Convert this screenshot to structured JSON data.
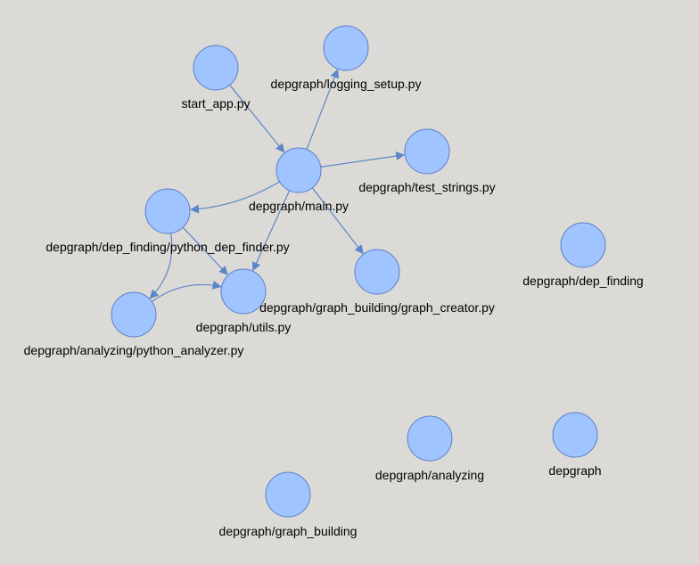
{
  "graph": {
    "nodes": [
      {
        "id": "start_app",
        "label": "start_app.py"
      },
      {
        "id": "logging_setup",
        "label": "depgraph/logging_setup.py"
      },
      {
        "id": "main",
        "label": "depgraph/main.py"
      },
      {
        "id": "test_strings",
        "label": "depgraph/test_strings.py"
      },
      {
        "id": "python_dep_finder",
        "label": "depgraph/dep_finding/python_dep_finder.py"
      },
      {
        "id": "utils",
        "label": "depgraph/utils.py"
      },
      {
        "id": "graph_creator",
        "label": "depgraph/graph_building/graph_creator.py"
      },
      {
        "id": "python_analyzer",
        "label": "depgraph/analyzing/python_analyzer.py"
      },
      {
        "id": "dep_finding",
        "label": "depgraph/dep_finding"
      },
      {
        "id": "analyzing",
        "label": "depgraph/analyzing"
      },
      {
        "id": "depgraph",
        "label": "depgraph"
      },
      {
        "id": "graph_building",
        "label": "depgraph/graph_building"
      }
    ],
    "edges": [
      {
        "from": "start_app",
        "to": "main"
      },
      {
        "from": "main",
        "to": "logging_setup"
      },
      {
        "from": "main",
        "to": "test_strings"
      },
      {
        "from": "main",
        "to": "python_dep_finder"
      },
      {
        "from": "main",
        "to": "utils"
      },
      {
        "from": "main",
        "to": "graph_creator"
      },
      {
        "from": "python_dep_finder",
        "to": "utils"
      },
      {
        "from": "python_dep_finder",
        "to": "python_analyzer"
      },
      {
        "from": "python_analyzer",
        "to": "utils"
      }
    ]
  },
  "colors": {
    "background": "#dcdad6",
    "node_fill": "#a0c4ff",
    "node_stroke": "#5b7fc6",
    "edge": "#5b87c9"
  }
}
